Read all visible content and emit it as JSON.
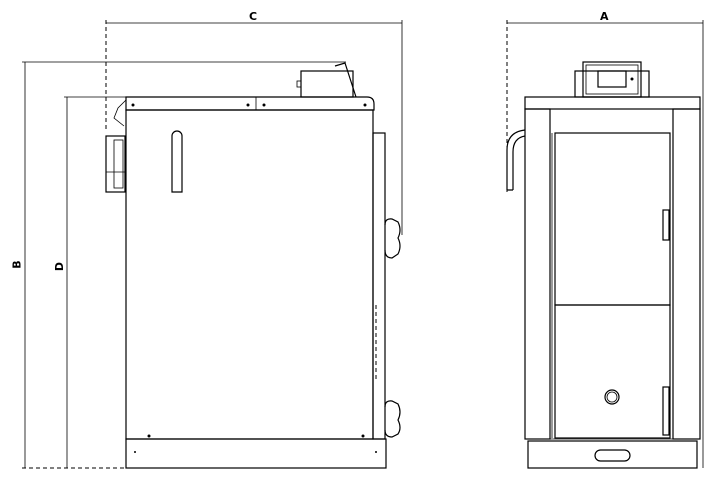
{
  "dimensions": {
    "width_label": "A",
    "height_label": "B",
    "depth_label": "C",
    "height_base_label": "D"
  },
  "colors": {
    "line": "#000000",
    "background": "#ffffff"
  }
}
